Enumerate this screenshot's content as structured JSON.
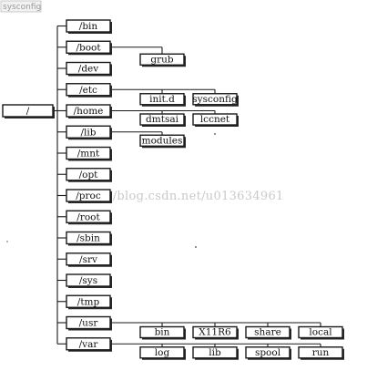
{
  "corner_tag": "sysconfig",
  "watermark": "http://blog.csdn.net/u013634961",
  "root": "/",
  "top_level_dirs": [
    "/bin",
    "/boot",
    "/dev",
    "/etc",
    "/home",
    "/lib",
    "/mnt",
    "/opt",
    "/proc",
    "/root",
    "/sbin",
    "/srv",
    "/sys",
    "/tmp",
    "/usr",
    "/var"
  ],
  "children": {
    "/boot": [
      "grub"
    ],
    "/etc": [
      "init.d",
      "sysconfig"
    ],
    "/home": [
      "dmtsai",
      "lccnet"
    ],
    "/lib": [
      "modules"
    ],
    "/usr": [
      "bin",
      "X11R6",
      "share",
      "local"
    ],
    "/var": [
      "log",
      "lib",
      "spool",
      "run"
    ]
  }
}
